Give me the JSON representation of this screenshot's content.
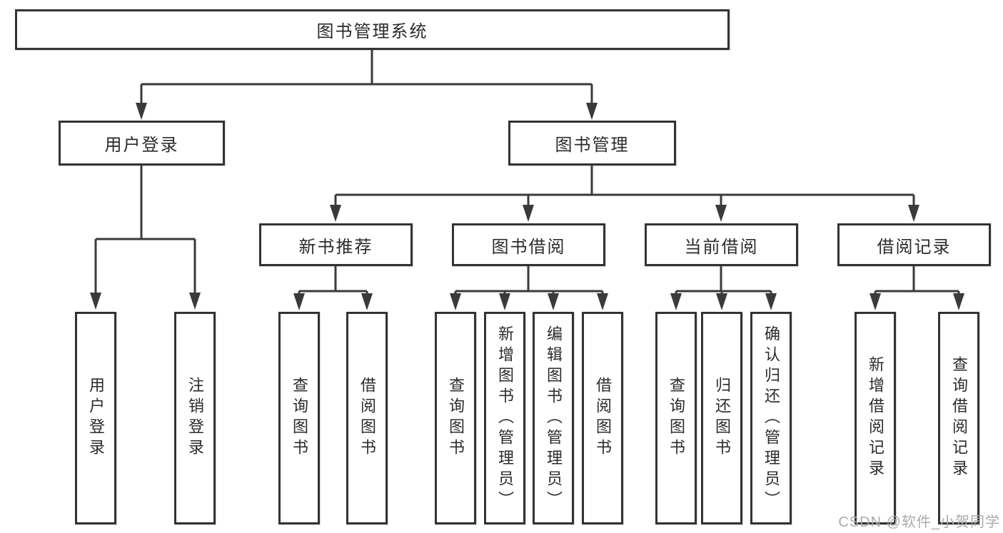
{
  "diagram": {
    "type": "hierarchy-tree",
    "title": "图书管理系统",
    "watermark": "CSDN @软件_小贺同学",
    "colors": {
      "background": "#ffffff",
      "box_border": "#333333",
      "connector_line": "#3a3a3a",
      "text": "#2b2b2b",
      "watermark_text": "#aaaaaa"
    },
    "tree": {
      "root": {
        "label": "图书管理系统"
      },
      "level2": [
        {
          "label": "用户登录",
          "parent": "图书管理系统"
        },
        {
          "label": "图书管理",
          "parent": "图书管理系统"
        }
      ],
      "level3": [
        {
          "label": "新书推荐",
          "parent": "图书管理"
        },
        {
          "label": "图书借阅",
          "parent": "图书管理"
        },
        {
          "label": "当前借阅",
          "parent": "图书管理"
        },
        {
          "label": "借阅记录",
          "parent": "图书管理"
        }
      ],
      "leaves": [
        {
          "label": "用户登录",
          "parent": "用户登录"
        },
        {
          "label": "注销登录",
          "parent": "用户登录"
        },
        {
          "label": "查询图书",
          "parent": "新书推荐"
        },
        {
          "label": "借阅图书",
          "parent": "新书推荐"
        },
        {
          "label": "查询图书",
          "parent": "图书借阅"
        },
        {
          "label": "新增图书（管理员）",
          "parent": "图书借阅"
        },
        {
          "label": "编辑图书（管理员）",
          "parent": "图书借阅"
        },
        {
          "label": "借阅图书",
          "parent": "图书借阅"
        },
        {
          "label": "查询图书",
          "parent": "当前借阅"
        },
        {
          "label": "归还图书",
          "parent": "当前借阅"
        },
        {
          "label": "确认归还（管理员）",
          "parent": "当前借阅"
        },
        {
          "label": "新增借阅记录",
          "parent": "借阅记录"
        },
        {
          "label": "查询借阅记录",
          "parent": "借阅记录"
        }
      ]
    }
  }
}
